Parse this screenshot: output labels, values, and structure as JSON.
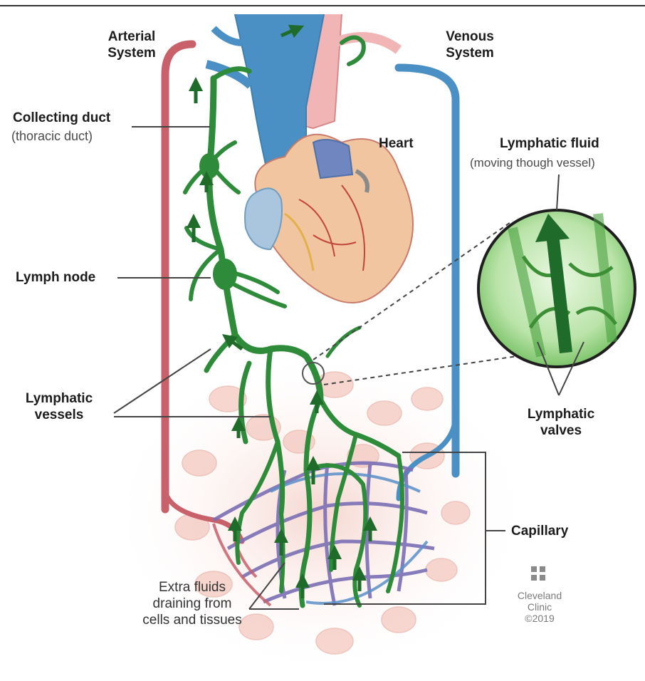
{
  "labels": {
    "arterial_system": [
      "Arterial",
      "System"
    ],
    "venous_system": [
      "Venous",
      "System"
    ],
    "collecting_duct": "Collecting duct",
    "collecting_duct_note": "(thoracic duct)",
    "heart": "Heart",
    "lymphatic_fluid": "Lymphatic fluid",
    "lymphatic_fluid_note": "(moving though vessel)",
    "lymph_node": "Lymph node",
    "lymphatic_vessels": [
      "Lymphatic",
      "vessels"
    ],
    "lymphatic_valves": [
      "Lymphatic",
      "valves"
    ],
    "capillary": "Capillary",
    "extra_fluids": [
      "Extra fluids",
      "draining from",
      "cells and tissues"
    ]
  },
  "credit": {
    "lines": [
      "Cleveland",
      "Clinic",
      "©2019"
    ]
  },
  "colors": {
    "artery": "#c9616b",
    "vein": "#4a90c4",
    "lymph": "#2e8b3a",
    "lymph_dark": "#1e6b2a",
    "tissue": "#f4cfc8",
    "heart": "#e9a99a"
  }
}
